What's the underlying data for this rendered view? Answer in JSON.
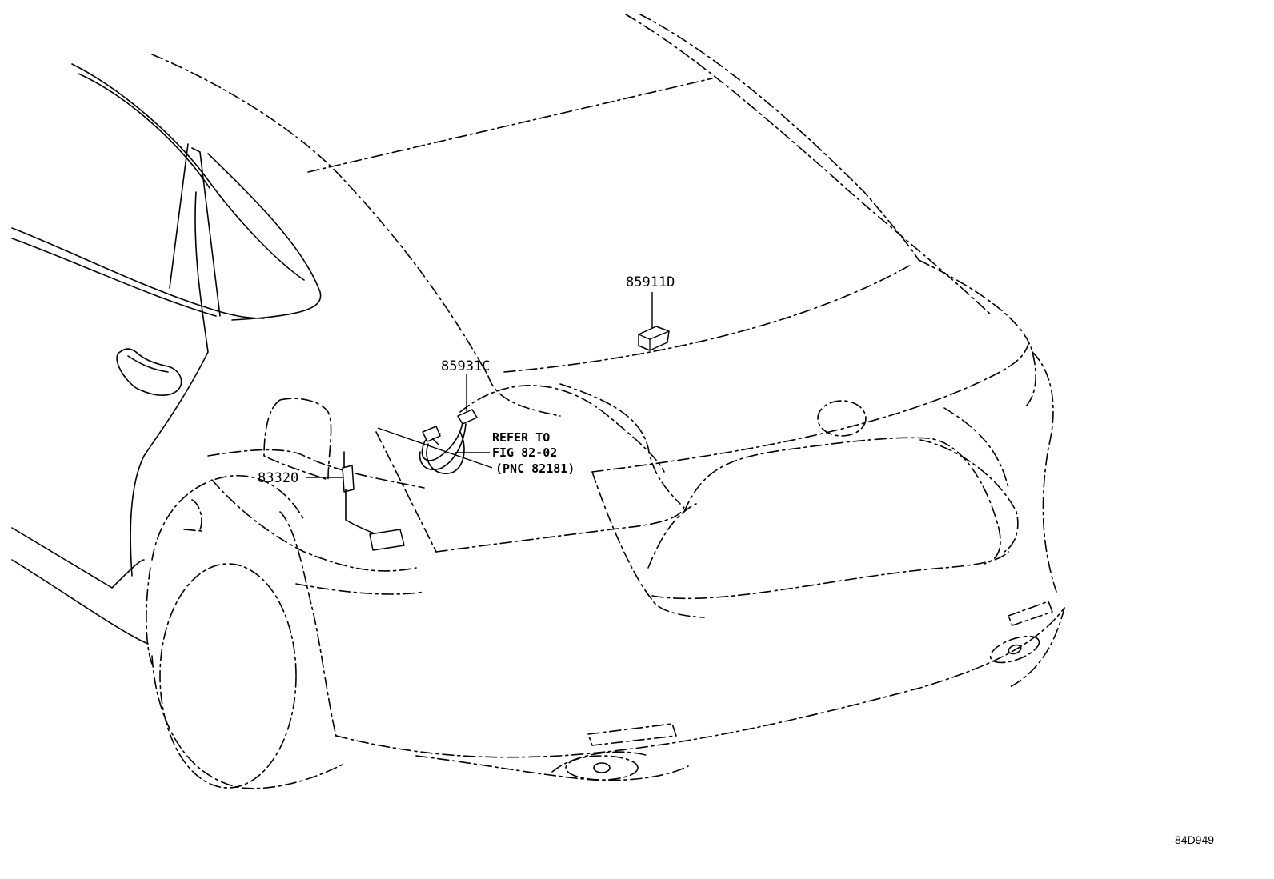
{
  "callouts": {
    "part_85911d": "85911D",
    "part_85931c": "85931C",
    "part_83320": "83320",
    "refer_line1": "REFER TO",
    "refer_line2": "FIG 82-02",
    "refer_line3": "(PNC 82181)"
  },
  "figure_code": "84D949"
}
